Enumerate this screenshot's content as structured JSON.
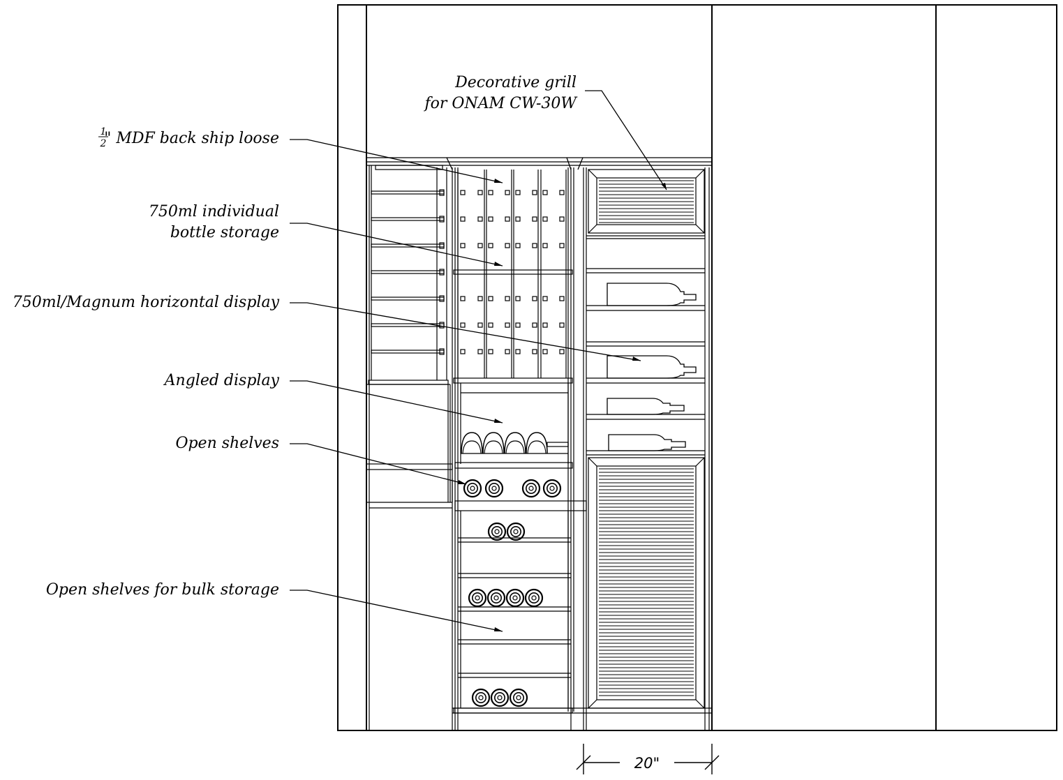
{
  "title": "",
  "annotations": {
    "decorative_grill_line1": "Decorative grill",
    "decorative_grill_line2": "for ONAM CW-30W",
    "mdf_fraction_num": "1",
    "mdf_fraction_den": "2",
    "mdf_back": "\" MDF back ship loose",
    "individual_line1": "750ml individual",
    "individual_line2": "bottle storage",
    "horizontal_display": "750ml/Magnum horizontal display",
    "angled_display": "Angled display",
    "open_shelves": "Open shelves",
    "bulk_storage": "Open shelves for bulk storage"
  },
  "dimension": {
    "width_label": "20\""
  },
  "colors": {
    "line": "#000000",
    "background": "#ffffff"
  }
}
